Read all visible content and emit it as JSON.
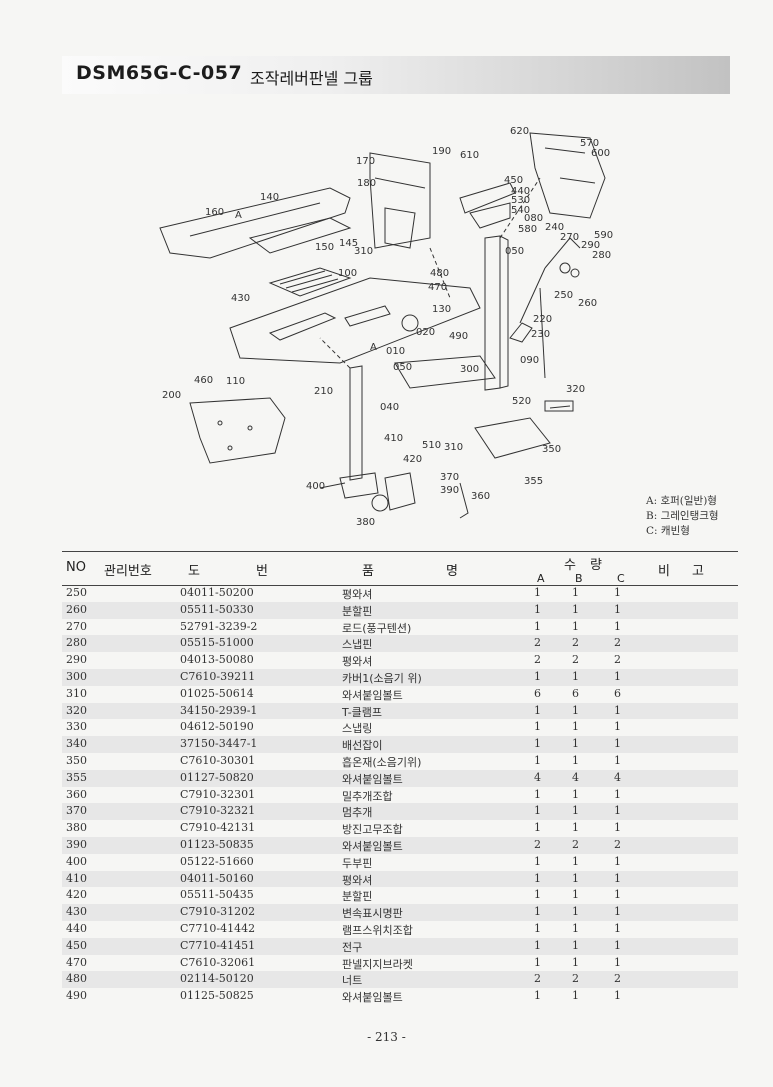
{
  "header": {
    "code": "DSM65G-C-057",
    "title": "조작레버판넬 그룹"
  },
  "diagram": {
    "callouts": [
      "620",
      "570",
      "600",
      "190",
      "610",
      "170",
      "450",
      "180",
      "440",
      "530",
      "540",
      "080",
      "580",
      "590",
      "140",
      "160",
      "A",
      "240",
      "270",
      "290",
      "280",
      "150",
      "145",
      "310",
      "050",
      "100",
      "480",
      "470",
      "430",
      "130",
      "490",
      "250",
      "260",
      "220",
      "020",
      "A",
      "010",
      "230",
      "090",
      "300",
      "050",
      "460",
      "110",
      "210",
      "320",
      "200",
      "040",
      "520",
      "410",
      "510",
      "310",
      "350",
      "420",
      "370",
      "390",
      "355",
      "400",
      "360",
      "380"
    ],
    "legend": [
      "A: 호퍼(일반)형",
      "B: 그레인탱크형",
      "C: 캐빈형"
    ]
  },
  "table": {
    "headers": {
      "no": "NO",
      "mgmt": "관리번호",
      "drawing_1": "도",
      "drawing_2": "번",
      "name_1": "품",
      "name_2": "명",
      "qty_1": "수",
      "qty_2": "량",
      "col_a": "A",
      "col_b": "B",
      "col_c": "C",
      "remark_1": "비",
      "remark_2": "고"
    },
    "rows": [
      {
        "no": "250",
        "part": "04011-50200",
        "name": "평와셔",
        "a": "1",
        "b": "1",
        "c": "1"
      },
      {
        "no": "260",
        "part": "05511-50330",
        "name": "분할핀",
        "a": "1",
        "b": "1",
        "c": "1"
      },
      {
        "no": "270",
        "part": "52791-3239-2",
        "name": "로드(풍구텐션)",
        "a": "1",
        "b": "1",
        "c": "1"
      },
      {
        "no": "280",
        "part": "05515-51000",
        "name": "스냅핀",
        "a": "2",
        "b": "2",
        "c": "2"
      },
      {
        "no": "290",
        "part": "04013-50080",
        "name": "평와셔",
        "a": "2",
        "b": "2",
        "c": "2"
      },
      {
        "no": "300",
        "part": "C7610-39211",
        "name": "카버1(소음기 위)",
        "a": "1",
        "b": "1",
        "c": "1"
      },
      {
        "no": "310",
        "part": "01025-50614",
        "name": "와셔붙임볼트",
        "a": "6",
        "b": "6",
        "c": "6"
      },
      {
        "no": "320",
        "part": "34150-2939-1",
        "name": "T-클램프",
        "a": "1",
        "b": "1",
        "c": "1"
      },
      {
        "no": "330",
        "part": "04612-50190",
        "name": "스냅링",
        "a": "1",
        "b": "1",
        "c": "1"
      },
      {
        "no": "340",
        "part": "37150-3447-1",
        "name": "배선잡이",
        "a": "1",
        "b": "1",
        "c": "1"
      },
      {
        "no": "350",
        "part": "C7610-30301",
        "name": "흡온재(소음기위)",
        "a": "1",
        "b": "1",
        "c": "1"
      },
      {
        "no": "355",
        "part": "01127-50820",
        "name": "와셔붙임볼트",
        "a": "4",
        "b": "4",
        "c": "4"
      },
      {
        "no": "360",
        "part": "C7910-32301",
        "name": "밀추개조합",
        "a": "1",
        "b": "1",
        "c": "1"
      },
      {
        "no": "370",
        "part": "C7910-32321",
        "name": "멈추개",
        "a": "1",
        "b": "1",
        "c": "1"
      },
      {
        "no": "380",
        "part": "C7910-42131",
        "name": "방진고무조합",
        "a": "1",
        "b": "1",
        "c": "1"
      },
      {
        "no": "390",
        "part": "01123-50835",
        "name": "와셔붙임볼트",
        "a": "2",
        "b": "2",
        "c": "2"
      },
      {
        "no": "400",
        "part": "05122-51660",
        "name": "두부핀",
        "a": "1",
        "b": "1",
        "c": "1"
      },
      {
        "no": "410",
        "part": "04011-50160",
        "name": "평와셔",
        "a": "1",
        "b": "1",
        "c": "1"
      },
      {
        "no": "420",
        "part": "05511-50435",
        "name": "분할핀",
        "a": "1",
        "b": "1",
        "c": "1"
      },
      {
        "no": "430",
        "part": "C7910-31202",
        "name": "변속표시명판",
        "a": "1",
        "b": "1",
        "c": "1"
      },
      {
        "no": "440",
        "part": "C7710-41442",
        "name": "램프스위치조합",
        "a": "1",
        "b": "1",
        "c": "1"
      },
      {
        "no": "450",
        "part": "C7710-41451",
        "name": "전구",
        "a": "1",
        "b": "1",
        "c": "1"
      },
      {
        "no": "470",
        "part": "C7610-32061",
        "name": "판넬지지브라켓",
        "a": "1",
        "b": "1",
        "c": "1"
      },
      {
        "no": "480",
        "part": "02114-50120",
        "name": "너트",
        "a": "2",
        "b": "2",
        "c": "2"
      },
      {
        "no": "490",
        "part": "01125-50825",
        "name": "와셔붙임볼트",
        "a": "1",
        "b": "1",
        "c": "1"
      }
    ]
  },
  "footer": {
    "page": "- 213 -"
  }
}
